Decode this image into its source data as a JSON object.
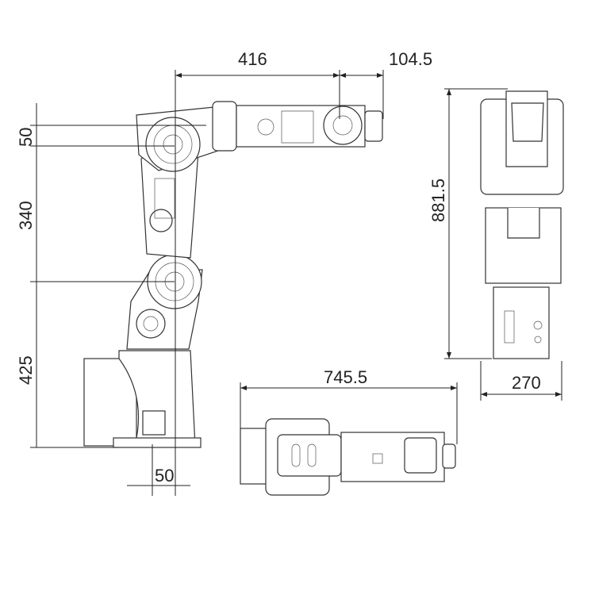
{
  "dimensions": {
    "upper_arm_reach": "416",
    "wrist_offset": "104.5",
    "shoulder_offset": "50",
    "upper_arm_length": "340",
    "base_height": "425",
    "base_offset": "50",
    "total_height": "881.5",
    "base_width": "270",
    "total_length": "745.5"
  },
  "colors": {
    "line": "#222222",
    "background": "#ffffff"
  }
}
